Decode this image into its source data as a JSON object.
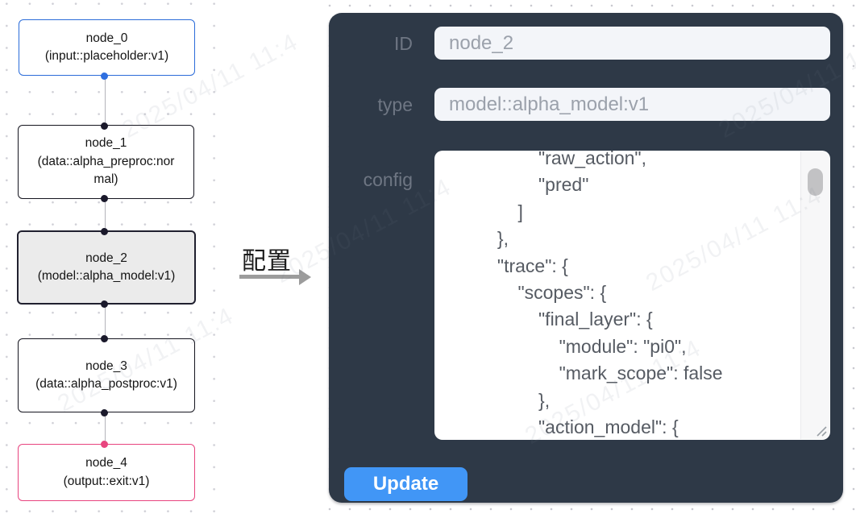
{
  "flow": {
    "nodes": [
      {
        "id": "node_0",
        "label": "node_0",
        "type_label": "(input::placeholder:v1)",
        "border_color": "#2b6cd9",
        "selected": false
      },
      {
        "id": "node_1",
        "label": "node_1",
        "type_label": "(data::alpha_preproc:normal)",
        "border_color": "#15151f",
        "selected": false
      },
      {
        "id": "node_2",
        "label": "node_2",
        "type_label": "(model::alpha_model:v1)",
        "border_color": "#20202f",
        "selected": true
      },
      {
        "id": "node_3",
        "label": "node_3",
        "type_label": "(data::alpha_postproc:v1)",
        "border_color": "#15151f",
        "selected": false
      },
      {
        "id": "node_4",
        "label": "node_4",
        "type_label": "(output::exit:v1)",
        "border_color": "#e8447f",
        "selected": false
      }
    ],
    "edges": [
      {
        "from": "node_0",
        "to": "node_1"
      },
      {
        "from": "node_1",
        "to": "node_2"
      },
      {
        "from": "node_2",
        "to": "node_3"
      },
      {
        "from": "node_3",
        "to": "node_4"
      }
    ]
  },
  "transfer": {
    "label": "配置"
  },
  "panel": {
    "fields": [
      {
        "label": "ID",
        "value": "node_2"
      },
      {
        "label": "type",
        "value": "model::alpha_model:v1"
      }
    ],
    "config": {
      "label": "config",
      "text": "                  \"raw_action\",\n                  \"pred\"\n              ]\n          },\n          \"trace\": {\n              \"scopes\": {\n                  \"final_layer\": {\n                      \"module\": \"pi0\",\n                      \"mark_scope\": false\n                  },\n                  \"action_model\": {"
    },
    "update_label": "Update"
  },
  "watermark": {
    "text": "2025/04/11 11:4"
  },
  "colors": {
    "panel_bg": "#2e3947",
    "input_bg": "#f3f5f9",
    "input_text": "#9ba1ab",
    "label_text": "#6e7683",
    "config_text": "#565b63",
    "update_button": "#4196f6",
    "node_blue": "#2b6cd9",
    "node_pink": "#e8447f",
    "node_dark": "#15151f",
    "selected_node_bg": "#ebebeb",
    "edge": "#b4b4bb",
    "handle_dark": "#1a192b",
    "handle_blue": "#2e6fe0",
    "handle_pink": "#e8457f",
    "arrow": "#9c9c9c"
  }
}
